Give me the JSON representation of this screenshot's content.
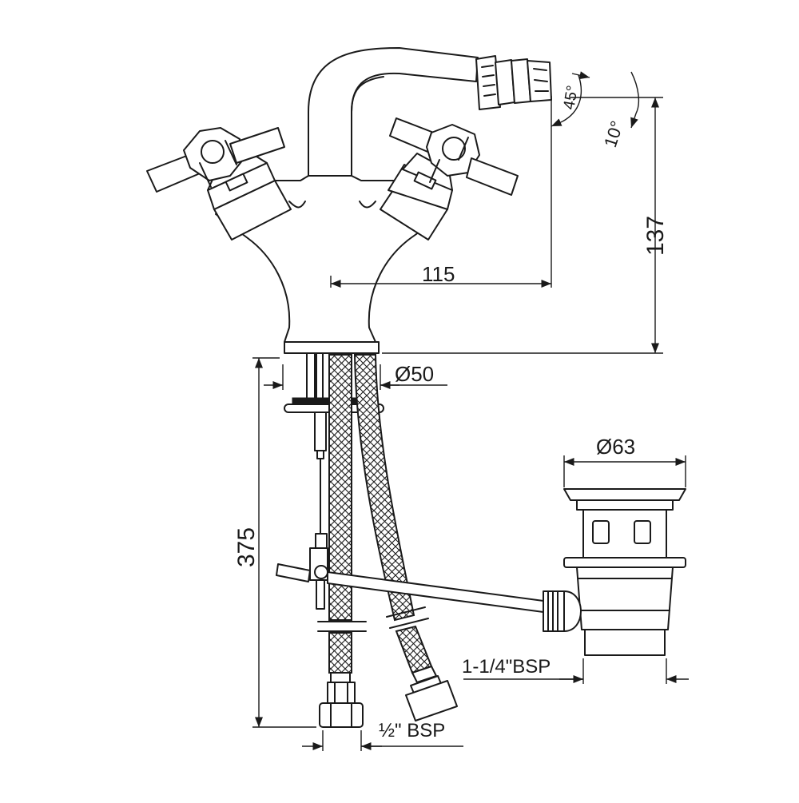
{
  "diagram": {
    "dimensions": {
      "spout_reach": "115",
      "height": "137",
      "base_diameter": "Ø50",
      "waste_diameter": "Ø63",
      "pipe_length": "375",
      "waste_thread": "1-1/4\"BSP",
      "tail_thread": "½\" BSP",
      "angle_up": "45°",
      "angle_down": "10°"
    },
    "colors": {
      "line": "#1a1a1a",
      "background": "#ffffff"
    }
  }
}
